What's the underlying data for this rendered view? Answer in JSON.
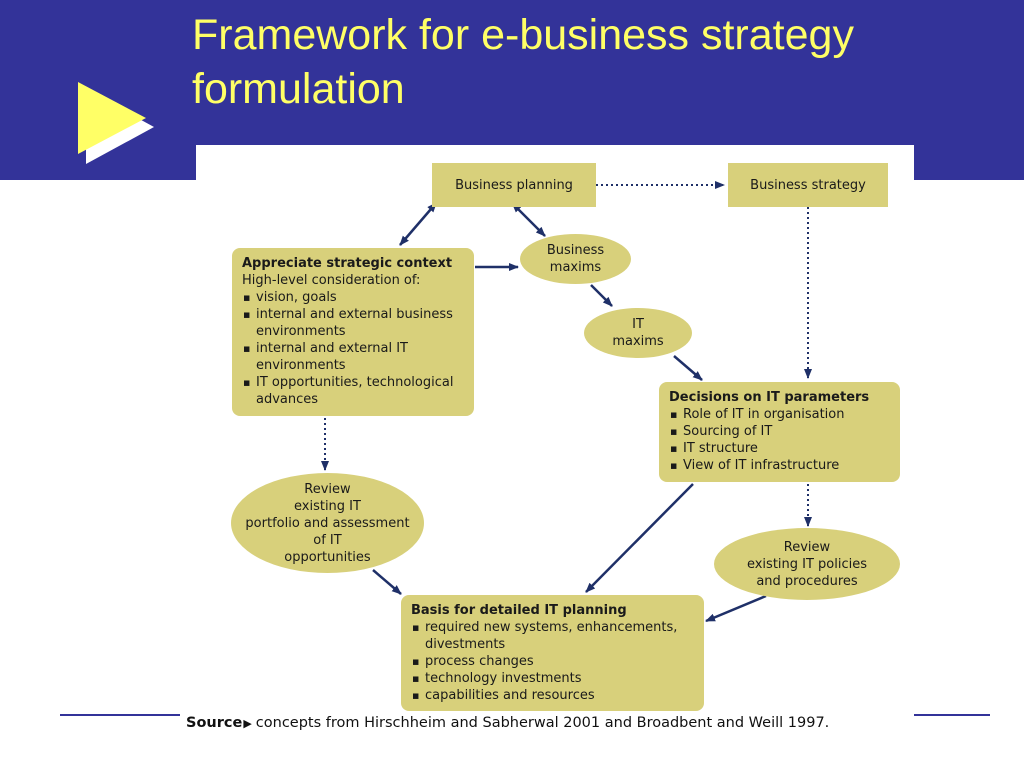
{
  "slide": {
    "title": "Framework for e-business strategy formulation",
    "bullet_icon": "play-icon",
    "colors": {
      "header": "#333399",
      "title": "#ffff66",
      "node": "#d8d07b",
      "arrow": "#1f3068"
    }
  },
  "diagram": {
    "business_planning": "Business planning",
    "business_strategy": "Business strategy",
    "business_maxims": "Business\nmaxims",
    "it_maxims": "IT\nmaxims",
    "context": {
      "heading": "Appreciate strategic context",
      "lead": "High-level consideration of:",
      "items": [
        "vision, goals",
        "internal and external business environments",
        "internal and external IT environments",
        "IT opportunities, technological advances"
      ]
    },
    "decisions": {
      "heading": "Decisions on IT parameters",
      "items": [
        "Role of IT in organisation",
        "Sourcing of IT",
        "IT structure",
        "View of IT infrastructure"
      ]
    },
    "review_portfolio": "Review\nexisting IT\nportfolio and assessment\nof IT\nopportunities",
    "review_policies": "Review\nexisting IT policies\nand procedures",
    "basis": {
      "heading": "Basis for detailed IT planning",
      "items": [
        "required new systems, enhancements, divestments",
        "process changes",
        "technology investments",
        "capabilities and resources"
      ]
    }
  },
  "footer": {
    "source_label": "Source",
    "source_mark": "▶",
    "source_text": "concepts from Hirschheim and Sabherwal 2001 and Broadbent and Weill 1997."
  }
}
